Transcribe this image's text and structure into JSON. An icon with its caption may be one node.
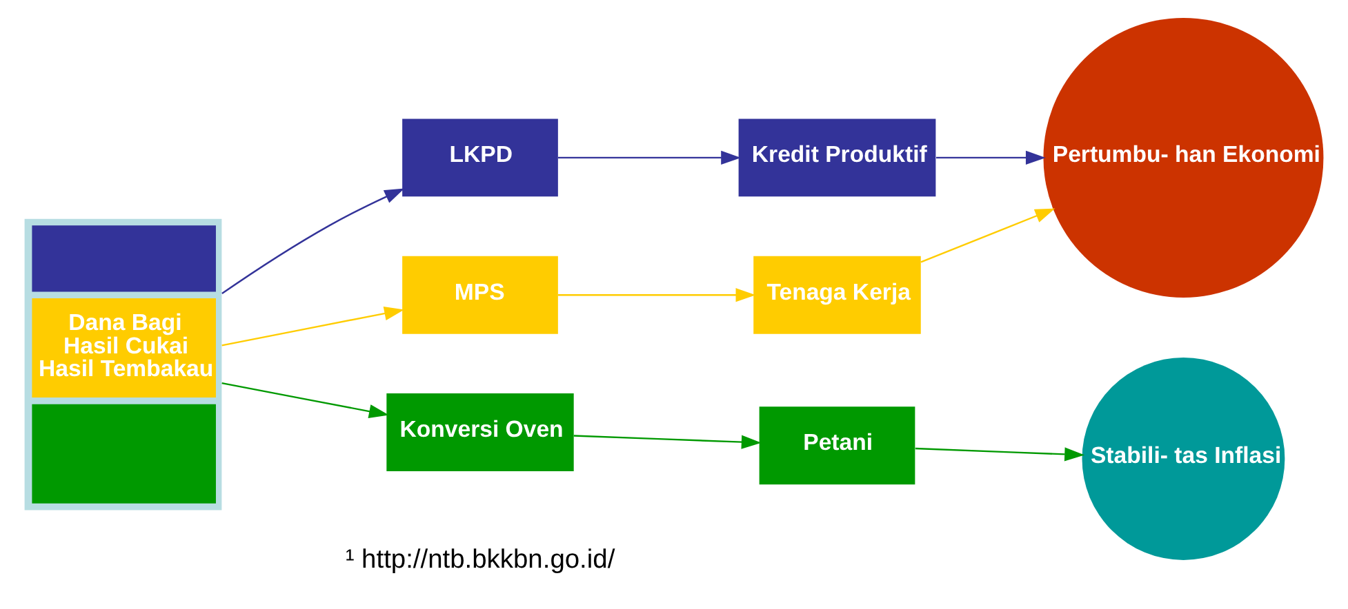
{
  "diagram": {
    "nodes": [
      {
        "text": [
          "Dana Bagi Hasil Cukai Hasil Tembakau"
        ]
      },
      {
        "text": [
          "LKPD"
        ]
      },
      {
        "text": [
          "Kredit Produktif"
        ]
      },
      {
        "text": [
          "MPS"
        ]
      },
      {
        "text": [
          "Tenaga Kerja"
        ]
      },
      {
        "text": [
          "Konversi Oven"
        ]
      },
      {
        "text": [
          "Petani"
        ]
      },
      {
        "text": [
          "Pertumbu- han Ekonomi"
        ]
      },
      {
        "text": [
          "Stabili- tas Inflasi"
        ]
      }
    ],
    "edges": [
      {
        "from": 0,
        "to": 1,
        "arrow": "to",
        "color": "#333399"
      },
      {
        "from": 1,
        "to": 2,
        "arrow": "to",
        "color": "#333399"
      },
      {
        "from": 2,
        "to": 7,
        "arrow": "to",
        "color": "#333399"
      },
      {
        "from": 0,
        "to": 3,
        "arrow": "to",
        "color": "#ffcc00"
      },
      {
        "from": 3,
        "to": 4,
        "arrow": "to",
        "color": "#ffcc00"
      },
      {
        "from": 4,
        "to": 7,
        "arrow": "to",
        "color": "#ffcc00"
      },
      {
        "from": 0,
        "to": 5,
        "arrow": "to",
        "color": "#009900"
      },
      {
        "from": 5,
        "to": 6,
        "arrow": "to",
        "color": "#009900"
      },
      {
        "from": 6,
        "to": 8,
        "arrow": "to",
        "color": "#009900"
      }
    ],
    "labels": [
      "¹ http://ntb.bkkbn.go.id/"
    ]
  }
}
